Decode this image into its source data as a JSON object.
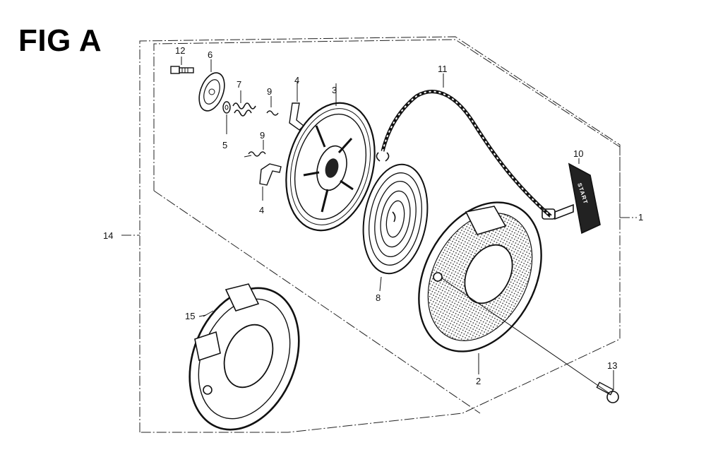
{
  "figure": {
    "title": "FIG A"
  },
  "callouts": {
    "p1": "1",
    "p2": "2",
    "p3": "3",
    "p4a": "4",
    "p4b": "4",
    "p5": "5",
    "p6": "6",
    "p7": "7",
    "p8": "8",
    "p9a": "9",
    "p9b": "9",
    "p10": "10",
    "p11": "11",
    "p12": "12",
    "p13": "13",
    "p14": "14",
    "p15": "15"
  },
  "handle": {
    "text": "START"
  },
  "colors": {
    "ink": "#111111",
    "paper": "#ffffff"
  }
}
